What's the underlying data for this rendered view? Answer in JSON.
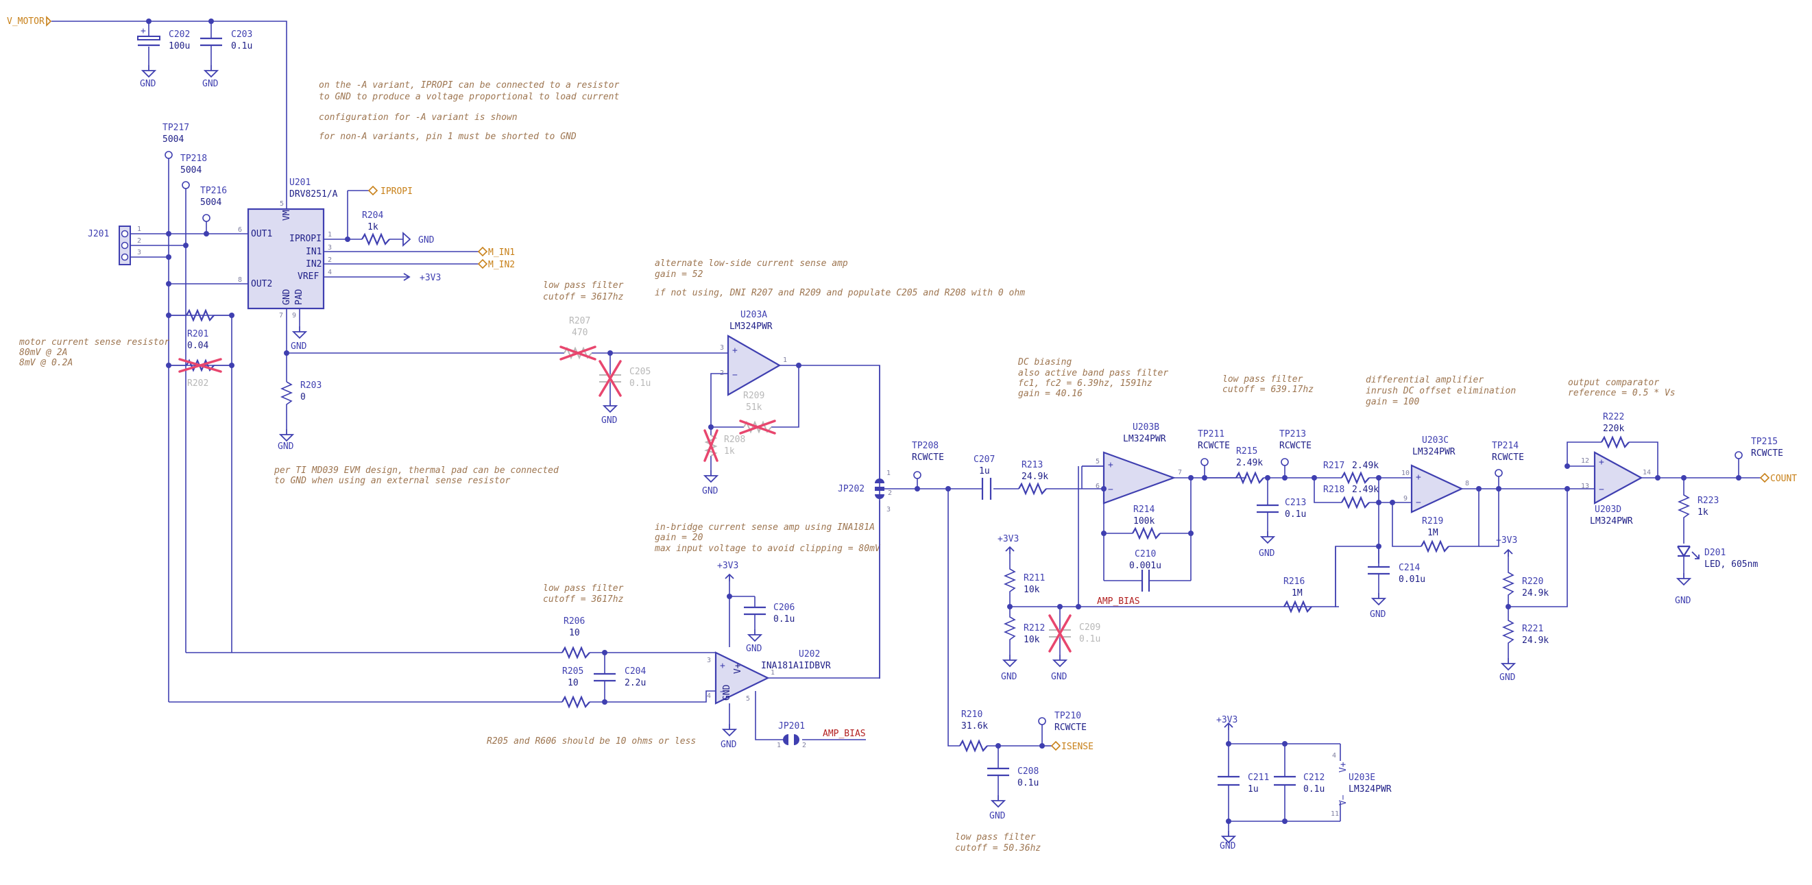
{
  "colors": {
    "wire": "#3f3fb0",
    "value": "#202088",
    "note": "#9d7550",
    "dni_mark": "#e8466e",
    "net_label": "#b32020",
    "hier_label": "#c8811a",
    "dni_part": "#b8b8b8",
    "op_amp_fill": "#dcdcf2"
  },
  "hier": {
    "vmotor": "V_MOTOR",
    "ipropi": "IPROPI",
    "min1": "M_IN1",
    "min2": "M_IN2",
    "isense": "ISENSE",
    "count": "COUNT"
  },
  "power": {
    "v33": "+3V3",
    "gnd": "GND"
  },
  "nets": {
    "amp_bias": "AMP_BIAS"
  },
  "notes": {
    "ipropi_1": "on the -A variant, IPROPI can be connected to a resistor",
    "ipropi_2": "to GND to produce a voltage proportional to load current",
    "config": "configuration for -A variant is shown",
    "nona": "for non-A variants, pin 1 must be shorted to GND",
    "sense_1": "motor current sense resistor",
    "sense_2": "80mV @ 2A",
    "sense_3": "8mV @ 0.2A",
    "pad_1": "per TI MD039 EVM design, thermal pad can be connected",
    "pad_2": "to GND when using an external sense resistor",
    "lpf1_1": "low pass filter",
    "lpf1_2": "cutoff = 3617hz",
    "alt_1": "alternate low-side current sense amp",
    "alt_2": "gain = 52",
    "alt_3": "if not using, DNI R207 and R209 and populate C205 and R208 with 0 ohm",
    "inb_1": "in-bridge current sense amp using INA181A",
    "inb_2": "gain = 20",
    "inb_3": "max input voltage to avoid clipping = 80mV",
    "lpf2_1": "low pass filter",
    "lpf2_2": "cutoff = 3617hz",
    "r205note": "R205 and R606 should be 10 ohms or less",
    "dc_1": "DC biasing",
    "dc_2": "also active band pass filter",
    "dc_3": "fc1, fc2 = 6.39hz, 1591hz",
    "dc_4": "gain = 40.16",
    "lpf3_1": "low pass filter",
    "lpf3_2": "cutoff = 639.17hz",
    "diff_1": "differential amplifier",
    "diff_2": "inrush DC offset elimination",
    "diff_3": "gain = 100",
    "cmp_1": "output comparator",
    "cmp_2": "reference = 0.5 * Vs",
    "lpf4_1": "low pass filter",
    "lpf4_2": "cutoff = 50.36hz"
  },
  "parts": {
    "c202": {
      "ref": "C202",
      "val": "100u"
    },
    "c203": {
      "ref": "C203",
      "val": "0.1u"
    },
    "tp217": {
      "ref": "TP217",
      "val": "5004"
    },
    "tp218": {
      "ref": "TP218",
      "val": "5004"
    },
    "tp216": {
      "ref": "TP216",
      "val": "5004"
    },
    "j201": {
      "ref": "J201"
    },
    "u201": {
      "ref": "U201",
      "val": "DRV8251/A",
      "pin_out1": "OUT1",
      "pin_out2": "OUT2",
      "pin_ipropi": "IPROPI",
      "pin_in1": "IN1",
      "pin_in2": "IN2",
      "pin_vref": "VREF",
      "pin_vm": "VM",
      "pin_gnd": "GND",
      "pin_pad": "PAD"
    },
    "r204": {
      "ref": "R204",
      "val": "1k"
    },
    "r201": {
      "ref": "R201",
      "val": "0.04"
    },
    "r202": {
      "ref": "R202"
    },
    "r203": {
      "ref": "R203",
      "val": "0"
    },
    "r207": {
      "ref": "R207",
      "val": "470"
    },
    "c205": {
      "ref": "C205",
      "val": "0.1u"
    },
    "u203a": {
      "ref": "U203A",
      "val": "LM324PWR"
    },
    "r209": {
      "ref": "R209",
      "val": "51k"
    },
    "r208": {
      "ref": "R208",
      "val": "1k"
    },
    "tp208": {
      "ref": "TP208",
      "val": "RCWCTE"
    },
    "jp202": {
      "ref": "JP202"
    },
    "c206": {
      "ref": "C206",
      "val": "0.1u"
    },
    "r206": {
      "ref": "R206",
      "val": "10"
    },
    "r205": {
      "ref": "R205",
      "val": "10"
    },
    "c204": {
      "ref": "C204",
      "val": "2.2u"
    },
    "u202": {
      "ref": "U202",
      "val": "INA181A1IDBVR",
      "pin_gnd": "GND",
      "pin_vp": "V+"
    },
    "jp201": {
      "ref": "JP201"
    },
    "c207": {
      "ref": "C207",
      "val": "1u"
    },
    "r213": {
      "ref": "R213",
      "val": "24.9k"
    },
    "r211": {
      "ref": "R211",
      "val": "10k"
    },
    "r212": {
      "ref": "R212",
      "val": "10k"
    },
    "c209": {
      "ref": "C209",
      "val": "0.1u"
    },
    "r210": {
      "ref": "R210",
      "val": "31.6k"
    },
    "tp210": {
      "ref": "TP210",
      "val": "RCWCTE"
    },
    "c208": {
      "ref": "C208",
      "val": "0.1u"
    },
    "u203b": {
      "ref": "U203B",
      "val": "LM324PWR"
    },
    "r214": {
      "ref": "R214",
      "val": "100k"
    },
    "c210": {
      "ref": "C210",
      "val": "0.001u"
    },
    "tp211": {
      "ref": "TP211",
      "val": "RCWCTE"
    },
    "r215": {
      "ref": "R215",
      "val": "2.49k"
    },
    "tp213": {
      "ref": "TP213",
      "val": "RCWCTE"
    },
    "c213": {
      "ref": "C213",
      "val": "0.1u"
    },
    "r217": {
      "ref": "R217",
      "val": "2.49k"
    },
    "r218": {
      "ref": "R218",
      "val": "2.49k"
    },
    "u203c": {
      "ref": "U203C",
      "val": "LM324PWR"
    },
    "r219": {
      "ref": "R219",
      "val": "1M"
    },
    "c214": {
      "ref": "C214",
      "val": "0.01u"
    },
    "r216": {
      "ref": "R216",
      "val": "1M"
    },
    "tp214": {
      "ref": "TP214",
      "val": "RCWCTE"
    },
    "r220": {
      "ref": "R220",
      "val": "24.9k"
    },
    "r221": {
      "ref": "R221",
      "val": "24.9k"
    },
    "r222": {
      "ref": "R222",
      "val": "220k"
    },
    "u203d": {
      "ref": "U203D",
      "val": "LM324PWR"
    },
    "tp215": {
      "ref": "TP215",
      "val": "RCWCTE"
    },
    "r223": {
      "ref": "R223",
      "val": "1k"
    },
    "d201": {
      "ref": "D201",
      "val": "LED, 605nm"
    },
    "c211": {
      "ref": "C211",
      "val": "1u"
    },
    "c212": {
      "ref": "C212",
      "val": "0.1u"
    },
    "u203e": {
      "ref": "U203E",
      "val": "LM324PWR"
    }
  }
}
